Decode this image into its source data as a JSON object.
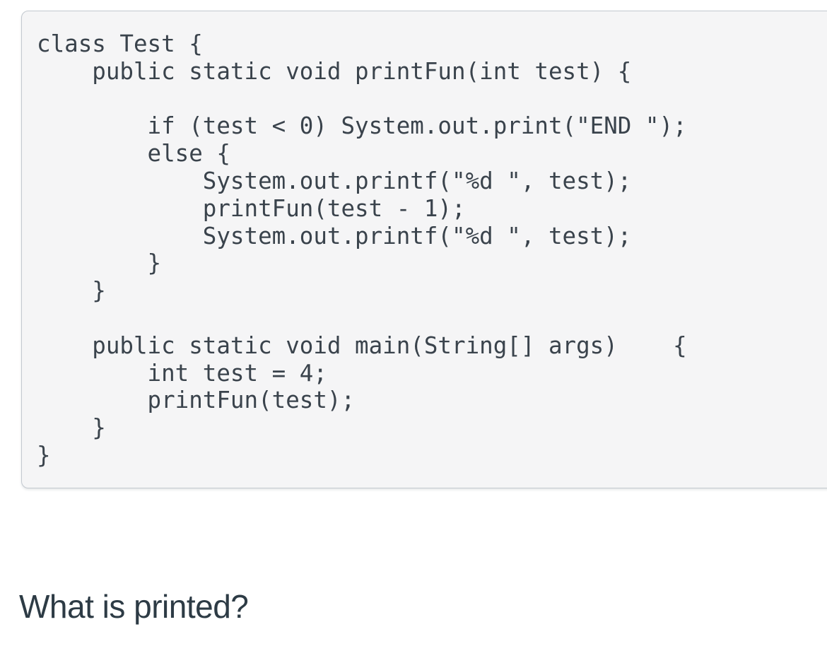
{
  "panel": {
    "background": "#f5f5f6",
    "border_color": "#c3c9cf",
    "code_color": "#3a434c",
    "language": "java",
    "code_lines": [
      "class Test {",
      "    public static void printFun(int test) {",
      "",
      "        if (test < 0) System.out.print(\"END \");",
      "        else {",
      "            System.out.printf(\"%d \", test);",
      "            printFun(test - 1);",
      "            System.out.printf(\"%d \", test);",
      "        }",
      "    }",
      "",
      "    public static void main(String[] args)    {",
      "        int test = 4;",
      "        printFun(test);",
      "    }",
      "}"
    ]
  },
  "question": {
    "text": "What is printed?",
    "text_color": "#2d3b45"
  }
}
